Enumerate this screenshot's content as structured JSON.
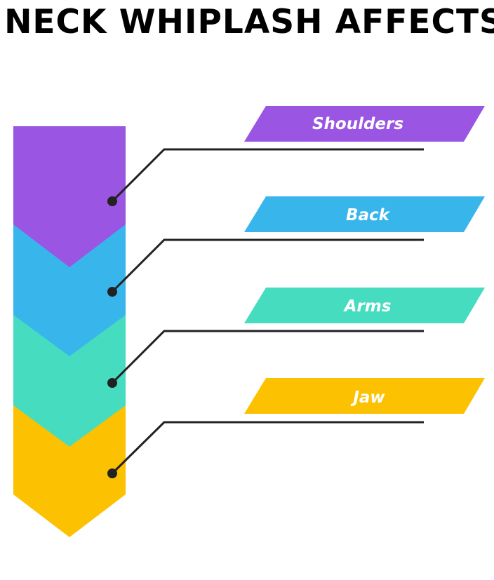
{
  "title": "NECK WHIPLASH AFFECTS",
  "items": [
    {
      "label": "Shoulders",
      "color": "#9a55e2"
    },
    {
      "label": "Back",
      "color": "#38b6ec"
    },
    {
      "label": "Arms",
      "color": "#46dcc0"
    },
    {
      "label": "Jaw",
      "color": "#fcc101"
    }
  ],
  "colors": {
    "connector": "#222222",
    "background": "#ffffff",
    "text": "#000000",
    "label_text": "#ffffff"
  }
}
